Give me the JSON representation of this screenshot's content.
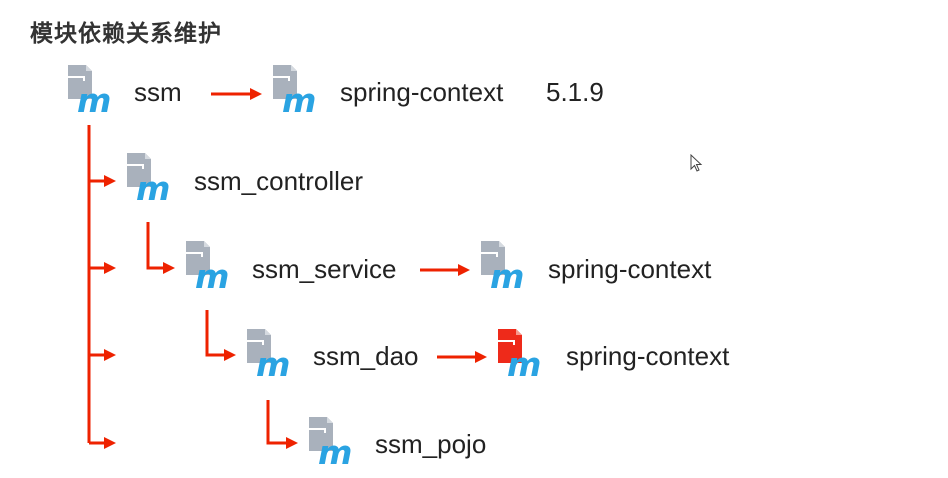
{
  "title": "模块依赖关系维护",
  "nodes": {
    "ssm": {
      "label": "ssm",
      "icon": "maven-module-icon"
    },
    "ssm_controller": {
      "label": "ssm_controller",
      "icon": "maven-module-icon"
    },
    "ssm_service": {
      "label": "ssm_service",
      "icon": "maven-module-icon"
    },
    "ssm_dao": {
      "label": "ssm_dao",
      "icon": "maven-module-icon"
    },
    "ssm_pojo": {
      "label": "ssm_pojo",
      "icon": "maven-module-icon"
    }
  },
  "dependencies": {
    "ssm": {
      "label": "spring-context",
      "version": "5.1.9",
      "icon": "maven-module-icon"
    },
    "ssm_service": {
      "label": "spring-context",
      "icon": "maven-module-icon"
    },
    "ssm_dao": {
      "label": "spring-context",
      "icon": "maven-module-icon-red"
    }
  },
  "colors": {
    "arrow": "#ee2200",
    "icon_gray": "#a9b1bc",
    "icon_blue": "#2aa3e2",
    "icon_red": "#ee2a1a"
  }
}
